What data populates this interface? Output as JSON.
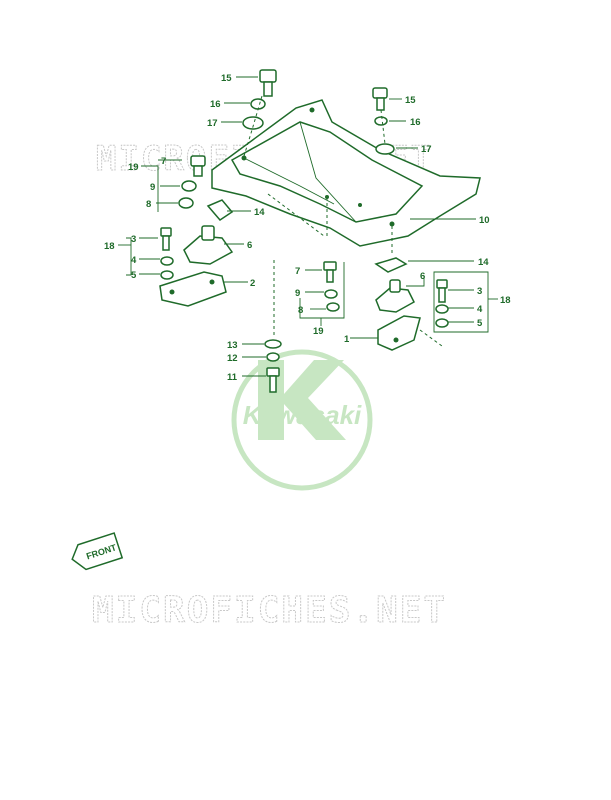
{
  "watermark": {
    "site": "MICROFICHES.NET",
    "brand": "Kawasaki"
  },
  "front_tag": "FRONT",
  "callouts": {
    "c15a": "15",
    "c16a": "16",
    "c17a": "17",
    "c19a": "19",
    "c7a": "7",
    "c9a": "9",
    "c8a": "8",
    "c14a": "14",
    "c18a": "18",
    "c3a": "3",
    "c4a": "4",
    "c5a": "5",
    "c6a": "6",
    "c2": "2",
    "c15b": "15",
    "c16b": "16",
    "c17b": "17",
    "c10": "10",
    "c14b": "14",
    "c7b": "7",
    "c9b": "9",
    "c8b": "8",
    "c19b": "19",
    "c6b": "6",
    "c3b": "3",
    "c4b": "4",
    "c5b": "5",
    "c18b": "18",
    "c1": "1",
    "c13": "13",
    "c12": "12",
    "c11": "11"
  },
  "colors": {
    "ink": "#1f6b2a",
    "watermark_green": "#c7e6c2",
    "watermark_gray": "#c9c9c9"
  }
}
